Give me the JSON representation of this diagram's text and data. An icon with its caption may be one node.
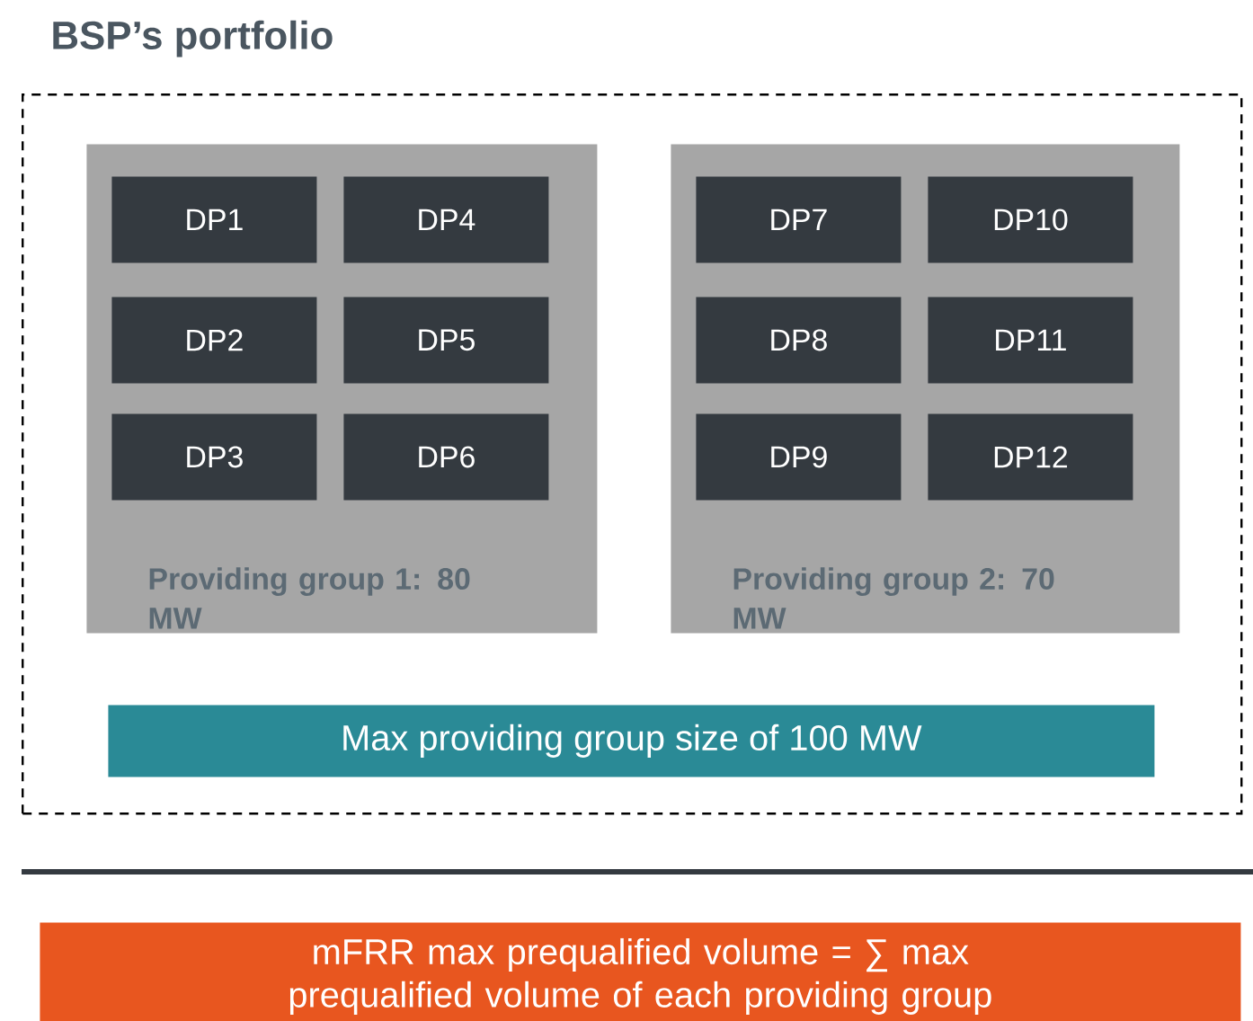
{
  "diagram": {
    "nodes": [
      {
        "text": [
          "BSP’s portfolio"
        ]
      },
      {
        "text": [
          "Providing group 1: 80 MW"
        ],
        "in": 0
      },
      {
        "text": [
          "DP1"
        ],
        "in": 1
      },
      {
        "text": [
          "DP2"
        ],
        "in": 1
      },
      {
        "text": [
          "DP3"
        ],
        "in": 1
      },
      {
        "text": [
          "DP4"
        ],
        "in": 1
      },
      {
        "text": [
          "DP5"
        ],
        "in": 1
      },
      {
        "text": [
          "DP6"
        ],
        "in": 1
      },
      {
        "text": [
          "Providing group 2: 70 MW"
        ],
        "in": 0
      },
      {
        "text": [
          "DP7"
        ],
        "in": 8
      },
      {
        "text": [
          "DP8"
        ],
        "in": 8
      },
      {
        "text": [
          "DP9"
        ],
        "in": 8
      },
      {
        "text": [
          "DP10"
        ],
        "in": 8
      },
      {
        "text": [
          "DP11"
        ],
        "in": 8
      },
      {
        "text": [
          "DP12"
        ],
        "in": 8
      },
      {
        "text": [
          "Max providing group size of 100 MW"
        ],
        "in": 0
      },
      {
        "text": [
          "mFRR max prequalified volume = ∑ max prequalified volume of each providing group"
        ]
      }
    ]
  }
}
